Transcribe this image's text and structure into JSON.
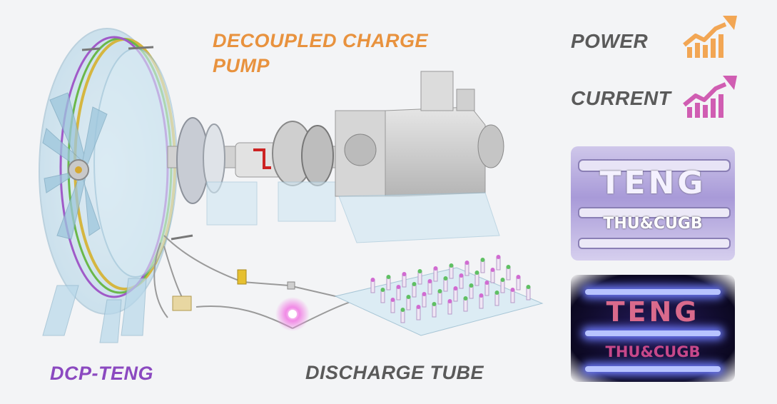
{
  "labels": {
    "pump_line1": "DECOUPLED CHARGE",
    "pump_line2": "PUMP",
    "power": "POWER",
    "current": "CURRENT",
    "dcp_teng": "DCP-TENG",
    "discharge_tube": "DISCHARGE TUBE"
  },
  "colors": {
    "orange": "#e8923e",
    "purple": "#8b49c0",
    "gray_text": "#5a5a5a",
    "power_icon": "#f2a654",
    "current_icon": "#d05db2"
  },
  "icons": {
    "power": "growth-chart-arrow-icon",
    "current": "growth-chart-arrow-icon"
  },
  "photos": {
    "top": {
      "title": "TENG",
      "subtitle": "THU&CUGB"
    },
    "bottom": {
      "title": "TENG",
      "subtitle": "THU&CUGB"
    }
  }
}
